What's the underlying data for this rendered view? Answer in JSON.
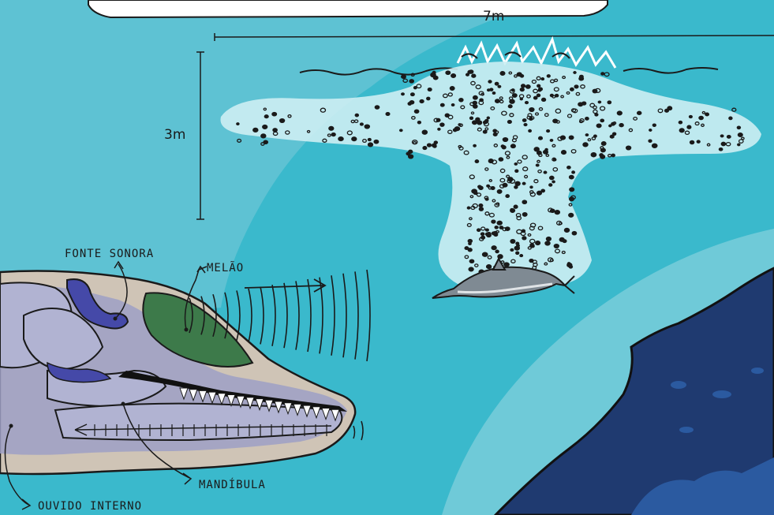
{
  "measurements": {
    "width_label": "7m",
    "height_label": "3m"
  },
  "labels": {
    "sound_source": "FONTE SONORA",
    "melon": "MELÃO",
    "mandible": "MANDÍBULA",
    "inner_ear": "OUVIDO INTERNO"
  },
  "colors": {
    "sea": "#3ab9cc",
    "light_band": "#6fcad8",
    "deep": "#1f3a70",
    "fish_school": "#cdeef3",
    "melon": "#3d7a4a",
    "sound_source": "#4549a8",
    "skull": "#b1b3d2",
    "dolphin_body": "#cfc4b6"
  }
}
